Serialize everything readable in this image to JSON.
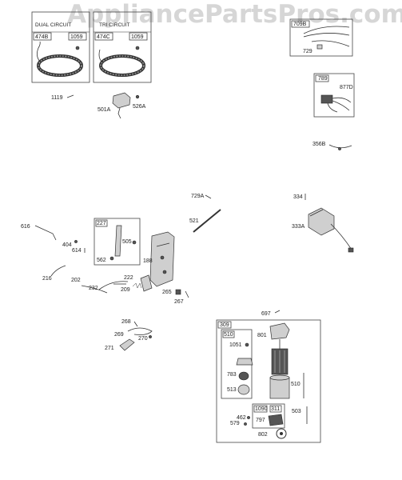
{
  "watermark": "AppliancePartsPros.com",
  "boxes": {
    "dual": {
      "title": "DUAL CIRCUIT",
      "a": "474B",
      "b": "1059"
    },
    "tri": {
      "title": "TRI CIRCUIT",
      "a": "474C",
      "b": "1059"
    },
    "harness": {
      "header": "709B",
      "part": "729"
    },
    "kit789": {
      "header": "789",
      "part": "877D"
    },
    "box227": {
      "header": "227",
      "p1": "505",
      "p2": "562"
    },
    "box309": {
      "header": "309"
    },
    "box510": {
      "header": "510"
    },
    "box1090": {
      "a": "1090",
      "b": "311"
    }
  },
  "labels": {
    "l1119": "1119",
    "l501A": "501A",
    "l526A": "526A",
    "l356B": "356B",
    "l729A": "729A",
    "l334": "334",
    "l521": "521",
    "l333A": "333A",
    "l616": "616",
    "l404": "404",
    "l614": "614",
    "l188": "188",
    "l216": "216",
    "l202": "202",
    "l232": "232",
    "l222": "222",
    "l209": "209",
    "l265": "265",
    "l267": "267",
    "l697": "697",
    "l268": "268",
    "l269": "269",
    "l270": "270",
    "l271": "271",
    "l801": "801",
    "l1051": "1051",
    "l783": "783",
    "l513": "513",
    "l510b": "510",
    "l503": "503",
    "l797": "797",
    "l462": "462",
    "l579": "579",
    "l802": "802"
  }
}
